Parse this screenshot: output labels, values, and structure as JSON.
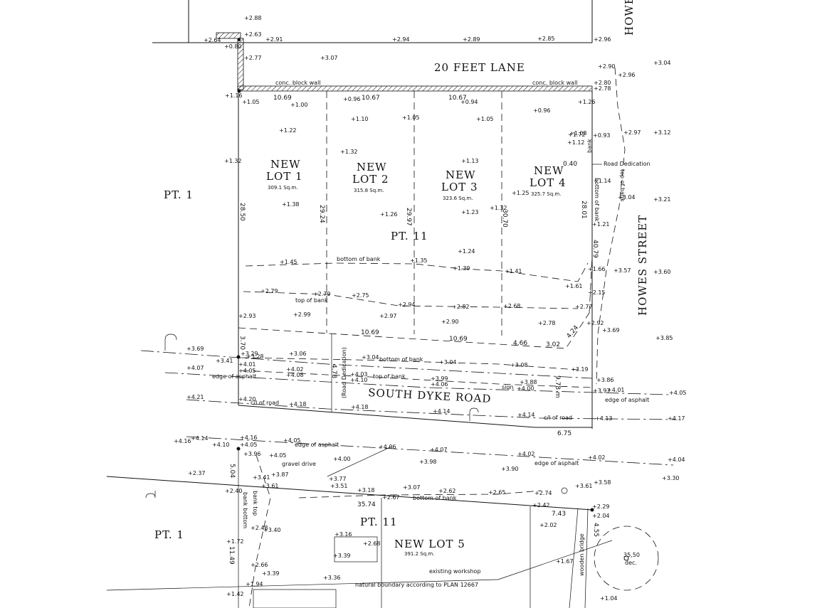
{
  "streets": {
    "lane": "20 FEET LANE",
    "howes_top": "HOWES",
    "howes": "HOWES STREET",
    "dyke": "SOUTH DYKE ROAD"
  },
  "parcels": {
    "pt1_top": "PT.   1",
    "pt11_top": "PT.   11",
    "pt1_bottom": "PT.   1",
    "pt11_bottom": "PT.   11"
  },
  "lots": [
    {
      "line1": "NEW",
      "line2": "LOT 1",
      "area": "309.1  Sq.m."
    },
    {
      "line1": "NEW",
      "line2": "LOT 2",
      "area": "315.8  Sq.m."
    },
    {
      "line1": "NEW",
      "line2": "LOT 3",
      "area": "323.6  Sq.m."
    },
    {
      "line1": "NEW",
      "line2": "LOT 4",
      "area": "325.7  Sq.m."
    },
    {
      "line1": "NEW LOT 5",
      "area": "391.2  Sq.m."
    }
  ],
  "notes": {
    "wall_left": "conc. block wall",
    "wall_right": "conc. block wall",
    "road_dedication": "Road Dedication",
    "road_dedication_paren": "(Road Dedication)",
    "bottom_bank_1": "bottom of bank",
    "top_bank_1": "top of bank",
    "bottom_bank_2": "bottom of bank",
    "top_bank_2": "top of bank",
    "edge_asphalt_1": "edge of asphalt",
    "edge_asphalt_2": "edge of asphalt",
    "edge_asphalt_3": "edge of asphalt",
    "edge_asphalt_4": "edge of asphalt",
    "cl_road_1": "c/l  of road",
    "cl_road_2": "c/l  of road",
    "sign": "sign",
    "gravel_drive": "gravel drive",
    "bottom_bank_3": "bottom of bank",
    "bank_bottom_v": "bank bottom",
    "bank_top_v": "bank top",
    "existing_workshop": "existing workshop",
    "natural_boundary": "natural boundary according to PLAN 12667",
    "wooden_bridge": "wooden bridge",
    "bank_v": "bank",
    "top_of_bank_v": "top of bank",
    "bottom_of_bank_v": "bottom of bank",
    "tree": "35,50",
    "tree_dec": "dec."
  },
  "dimensions": {
    "d1069_a": "10.69",
    "d1067_a": "10.67",
    "d1067_b": "10.67",
    "d2850": "28.50",
    "d2924": "29.24",
    "d2997": "29.97",
    "d3070": "30.70",
    "d2801": "28.01",
    "d4079": "40.79",
    "d040": "0.40",
    "d1069_b": "10.69",
    "d1069_c": "10.69",
    "d466": "4.66",
    "d302": "3.02",
    "d370": "3.70",
    "d478": "4.78",
    "d978": "9.78 m",
    "d675": "6.75",
    "d504": "5.04",
    "d3574": "35.74",
    "d743": "7.43",
    "d1149": "11.49",
    "d455": "4.55",
    "d424": "4.24"
  },
  "elevations": [
    "2.88",
    "2.64",
    "0.80",
    "2.63",
    "2.91",
    "2.94",
    "2.89",
    "2.85",
    "2.96",
    "2.77",
    "3.07",
    "2.90",
    "3.04",
    "2.96",
    "1.16",
    "2.80",
    "2.78",
    "1.05",
    "1.00",
    "0.96",
    "1.10",
    "1.05",
    "0.94",
    "1.05",
    "0.96",
    "1.26",
    "1.22",
    "1.32",
    "1.13",
    "1.08",
    "0.93",
    "2.97",
    "3.12",
    "1.32",
    "1.14",
    "3.04",
    "3.21",
    "1.38",
    "1.26",
    "1.23",
    "1.32",
    "1.25",
    "1.21",
    "1.45",
    "1.35",
    "1.39",
    "1.41",
    "1.61",
    "1.66",
    "3.57",
    "3.60",
    "2.79",
    "2.79",
    "2.75",
    "2.94",
    "2.82",
    "2.68",
    "2.77",
    "2.15",
    "2.93",
    "2.99",
    "2.97",
    "2.90",
    "2.78",
    "2.92",
    "3.69",
    "3.85",
    "3.69",
    "3.41",
    "3.29",
    "3.28",
    "3.06",
    "3.04",
    "3.04",
    "3.08",
    "4.07",
    "4.01",
    "4.05",
    "4.02",
    "4.03",
    "3.99",
    "3.19",
    "3.86",
    "4.08",
    "4.10",
    "4.06",
    "3.88",
    "4.00",
    "3.97",
    "4.01",
    "4.05",
    "4.21",
    "4.20",
    "4.18",
    "4.18",
    "4.14",
    "4.14",
    "4.13",
    "4.17",
    "4.16",
    "4.14",
    "4.16",
    "4.10",
    "4.05",
    "4.05",
    "4.06",
    "4.07",
    "3.96",
    "4.05",
    "4.00",
    "3.98",
    "4.02",
    "3.90",
    "4.02",
    "4.04",
    "2.37",
    "3.41",
    "3.87",
    "3.77",
    "3.30",
    "2.40",
    "3.61",
    "3.51",
    "3.18",
    "3.07",
    "2.62",
    "2.65",
    "2.74",
    "3.61",
    "3.58",
    "2.67",
    "2.42",
    "2.29",
    "2.04",
    "2.48",
    "3.40",
    "2.02",
    "3.16",
    "2.68",
    "1.72",
    "3.39",
    "1.67",
    "2.66",
    "3.39",
    "3.36",
    "1.42",
    "1.94",
    "1.04",
    "1.24",
    "1.72",
    "1.12"
  ]
}
